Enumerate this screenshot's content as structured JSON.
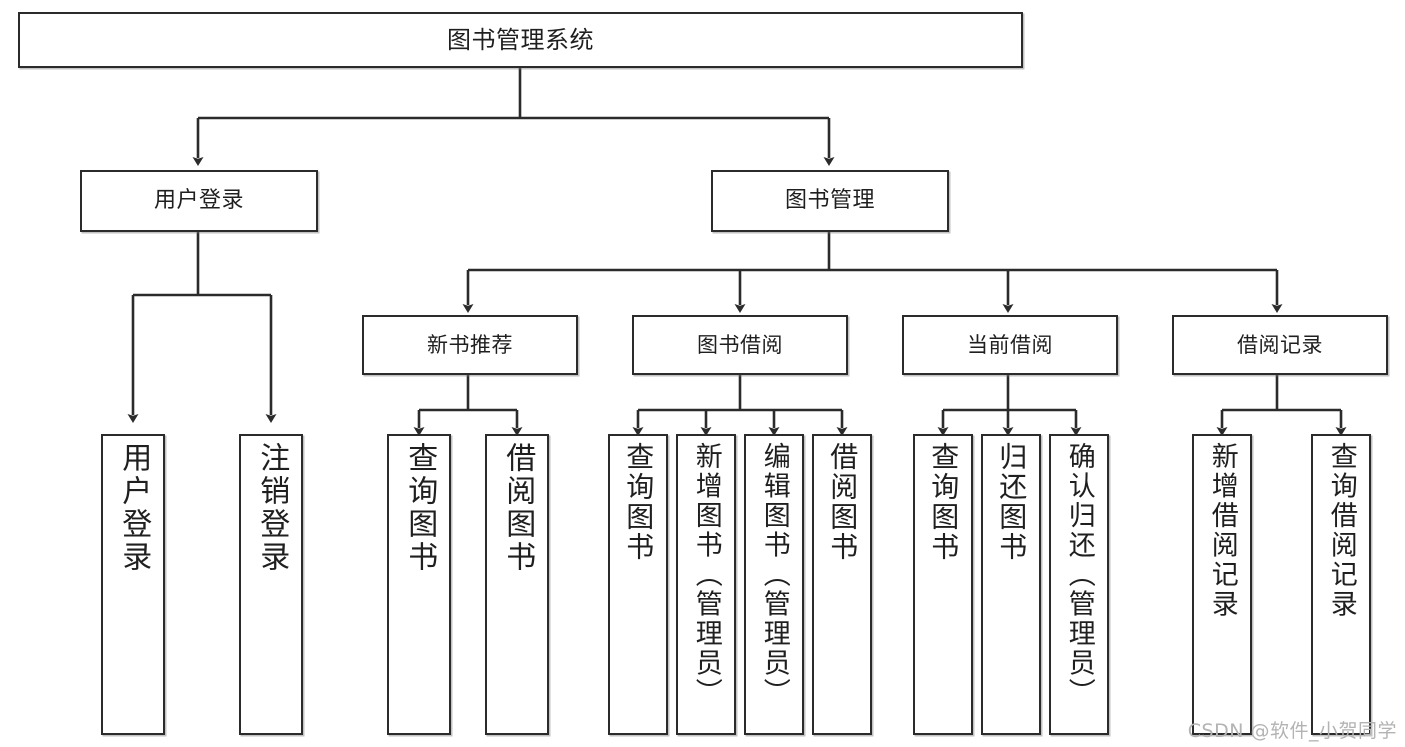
{
  "diagram": {
    "title": "图书管理系统",
    "type": "tree",
    "watermark": "CSDN @软件_小贺同学",
    "colors": {
      "box_border": "#2b2b2b",
      "box_fill": "#ffffff",
      "connector": "#2b2b2b",
      "text": "#1f1f1f",
      "watermark": "#b3b3b3",
      "background": "#ffffff"
    },
    "root": {
      "label": "图书管理系统"
    },
    "level1": [
      {
        "label": "用户登录"
      },
      {
        "label": "图书管理"
      }
    ],
    "level2": [
      {
        "label": "新书推荐"
      },
      {
        "label": "图书借阅"
      },
      {
        "label": "当前借阅"
      },
      {
        "label": "借阅记录"
      }
    ],
    "leaves": {
      "user_login": [
        {
          "label": "用户登录"
        },
        {
          "label": "注销登录"
        }
      ],
      "new_book_recommend": [
        {
          "label": "查询图书"
        },
        {
          "label": "借阅图书"
        }
      ],
      "book_borrow": [
        {
          "label": "查询图书"
        },
        {
          "label": "新增图书（管理员）"
        },
        {
          "label": "编辑图书（管理员）"
        },
        {
          "label": "借阅图书"
        }
      ],
      "current_borrow": [
        {
          "label": "查询图书"
        },
        {
          "label": "归还图书"
        },
        {
          "label": "确认归还（管理员）"
        }
      ],
      "borrow_record": [
        {
          "label": "新增借阅记录"
        },
        {
          "label": "查询借阅记录"
        }
      ]
    }
  }
}
